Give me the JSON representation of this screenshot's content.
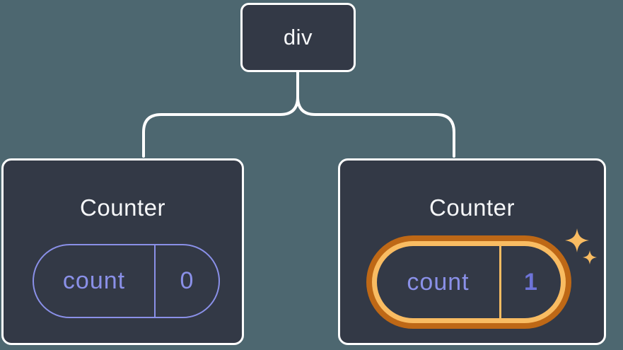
{
  "diagram": {
    "root": {
      "label": "div"
    },
    "children": [
      {
        "title": "Counter",
        "state": {
          "key": "count",
          "value": "0"
        },
        "highlighted": false
      },
      {
        "title": "Counter",
        "state": {
          "key": "count",
          "value": "1"
        },
        "highlighted": true
      }
    ]
  },
  "icons": {
    "highlight": "sparkles-icon"
  },
  "colors": {
    "background": "#4D6770",
    "card": "#333946",
    "cardBorder": "#FFFFFF",
    "connector": "#FFFFFF",
    "titleText": "#F6F7F9",
    "lavender": "#8A90E8",
    "indigo": "#6E74D8",
    "orangeDark": "#BE6816",
    "orangeLight": "#F9BC62"
  }
}
